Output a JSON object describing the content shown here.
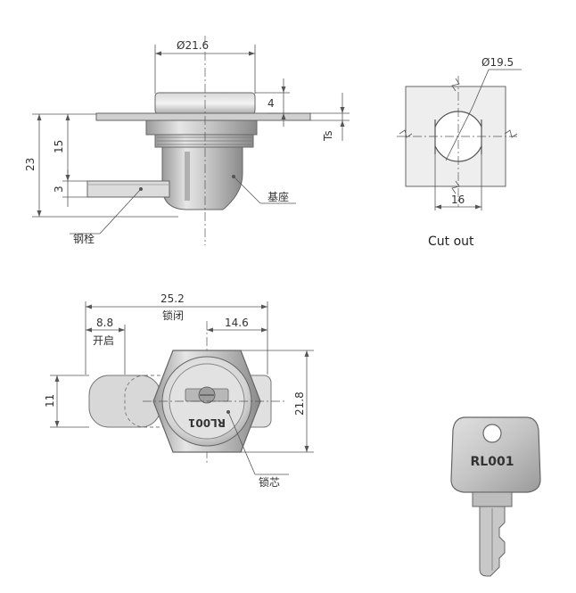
{
  "side_view": {
    "dim_diameter": "Ø21.6",
    "dim_top": "4",
    "dim_ts": "Ts",
    "dim_height": "23",
    "dim_thread": "15",
    "dim_bolt": "3",
    "label_bolt": "钢栓",
    "label_base": "基座"
  },
  "cutout": {
    "dim_diameter": "Ø19.5",
    "dim_flat": "16",
    "caption": "Cut out"
  },
  "front_view": {
    "dim_total": "25.2",
    "label_locked": "锁闭",
    "dim_open": "8.8",
    "label_open": "开启",
    "dim_right": "14.6",
    "dim_width": "11",
    "dim_height": "21.8",
    "engraving": "RL001",
    "label_core": "锁芯"
  },
  "key": {
    "engraving": "RL001"
  }
}
